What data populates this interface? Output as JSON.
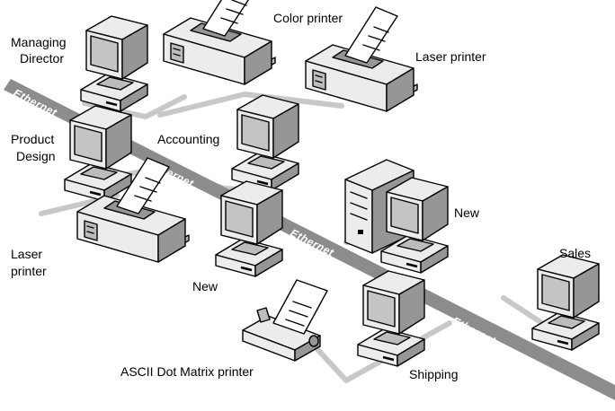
{
  "network": {
    "backbone_label": "Ethernet"
  },
  "labels": {
    "managing_director": [
      "Managing",
      "Director"
    ],
    "color_printer": "Color printer",
    "laser_printer_top": "Laser printer",
    "product_design": [
      "Product",
      "Design"
    ],
    "accounting": "Accounting",
    "new_server": "New",
    "laser_printer_left": [
      "Laser",
      "printer"
    ],
    "new_workstation": "New",
    "sales": "Sales",
    "ascii_printer": "ASCII Dot Matrix printer",
    "shipping": "Shipping"
  },
  "colors": {
    "backbone": "#8c8c8c",
    "branch_cable": "#c8c8c8",
    "device_light": "#ececec",
    "device_mid": "#bcbcbc",
    "device_dark": "#969696",
    "screen": "#c4c4c4",
    "paper": "#ffffff"
  }
}
